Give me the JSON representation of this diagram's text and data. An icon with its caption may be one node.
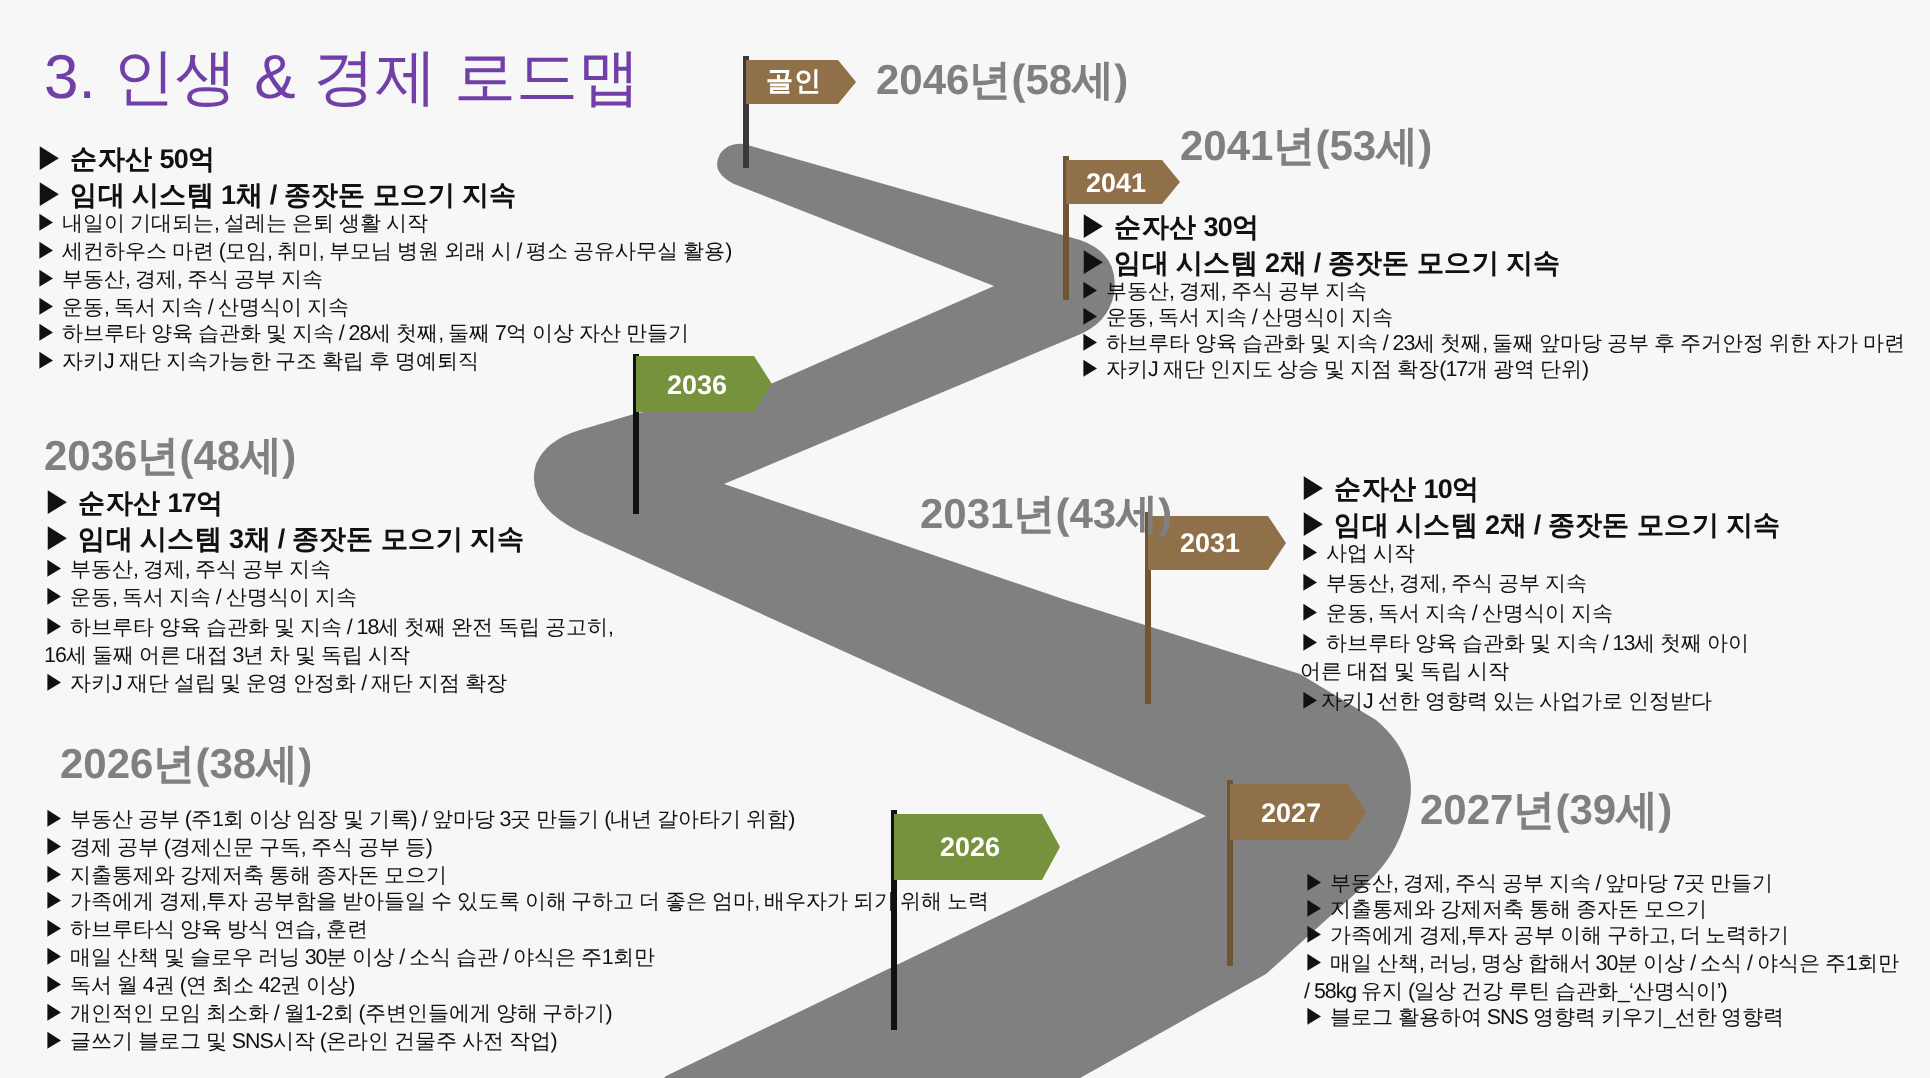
{
  "diagram": {
    "title": "3. 인생 & 경제 로드맵",
    "nodes": [
      {
        "text": [
          "골인"
        ],
        "beside": [
          "2046년(58세)"
        ]
      },
      {
        "text": [
          "2041"
        ],
        "beside": [
          "2041년(53세)",
          "▶ 순자산 30억",
          "▶ 임대 시스템 2채 / 종잣돈 모으기 지속",
          "▶ 부동산, 경제, 주식 공부 지속",
          "▶ 운동, 독서 지속 / 산명식이 지속",
          "▶ 하브루타 양육 습관화 및 지속 / 23세 첫째, 둘째 앞마당 공부 후 주거안정 위한 자가 마련",
          "▶ 자키J 재단 인지도 상승 및 지점 확장(17개 광역 단위)"
        ]
      },
      {
        "text": [
          "2036"
        ]
      },
      {
        "text": [
          "2031"
        ],
        "beside": [
          "2031년(43세)",
          "▶ 순자산 10억",
          "▶ 임대 시스템 2채 / 종잣돈 모으기 지속",
          "▶ 사업 시작",
          "▶ 부동산, 경제, 주식 공부 지속",
          "▶ 운동, 독서 지속 / 산명식이 지속",
          "▶ 하브루타 양육 습관화 및 지속 / 13세 첫째 아이 어른 대접 및 독립 시작",
          "▶자키J 선한 영향력 있는 사업가로 인정받다"
        ]
      },
      {
        "text": [
          "2027"
        ],
        "beside": [
          "2027년(39세)",
          "▶ 부동산, 경제, 주식 공부 지속 / 앞마당 7곳 만들기",
          "▶ 지출통제와 강제저축 통해 종자돈 모으기",
          "▶ 가족에게 경제,투자 공부 이해 구하고, 더 노력하기",
          "▶ 매일 산책, 러닝, 명상 합해서 30분 이상 / 소식 / 야식은 주1회만 / 58kg 유지 (일상 건강 루틴 습관화_‘산명식이’)",
          "▶ 블로그 활용하여 SNS 영향력 키우기_선한 영향력"
        ]
      },
      {
        "text": [
          "2026"
        ]
      }
    ],
    "labels": [
      "▶ 순자산 50억",
      "▶ 임대 시스템 1채 / 종잣돈 모으기 지속",
      "▶ 내일이 기대되는, 설레는 은퇴 생활 시작",
      "▶ 세컨하우스 마련 (모임, 취미, 부모님 병원 외래 시 / 평소 공유사무실 활용)",
      "▶ 부동산, 경제, 주식 공부 지속",
      "▶ 운동, 독서 지속 / 산명식이 지속",
      "▶ 하브루타 양육 습관화 및 지속 / 28세 첫째, 둘째 7억 이상 자산 만들기",
      "▶ 자키J 재단 지속가능한 구조 확립 후 명예퇴직",
      "2036년(48세)",
      "▶ 순자산 17억",
      "▶ 임대 시스템 3채 / 종잣돈 모으기 지속",
      "▶ 부동산, 경제, 주식 공부 지속",
      "▶ 운동, 독서 지속 / 산명식이 지속",
      "▶ 하브루타 양육 습관화 및 지속 / 18세 첫째 완전 독립 공고히, 16세 둘째 어른 대접 3년 차 및 독립 시작",
      "▶ 자키J 재단 설립 및 운영 안정화 / 재단 지점 확장",
      "2026년(38세)",
      "▶ 부동산 공부 (주1회 이상 임장 및 기록) / 앞마당 3곳 만들기 (내년 갈아타기 위함)",
      "▶ 경제 공부 (경제신문 구독, 주식 공부 등)",
      "▶ 지출통제와 강제저축 통해 종자돈 모으기",
      "▶ 가족에게 경제,투자 공부함을 받아들일 수 있도록 이해 구하고 더 좋은 엄마, 배우자가 되기 위해 노력",
      "▶ 하브루타식 양육 방식 연습, 훈련",
      "▶ 매일 산책 및 슬로우 러닝 30분 이상 / 소식 습관 / 야식은 주1회만",
      "▶ 독서 월 4권 (연 최소 42권 이상)",
      "▶ 개인적인 모임 최소화 / 월1-2회 (주변인들에게 양해 구하기)",
      "▶ 글쓰기 블로그 및 SNS시작 (온라인 건물주 사전 작업)"
    ]
  }
}
